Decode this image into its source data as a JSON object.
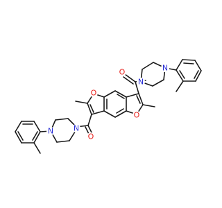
{
  "molecule": {
    "atom_labels": [
      {
        "id": "o-furan-left",
        "text": "O",
        "color": "#e8211c"
      },
      {
        "id": "o-furan-right",
        "text": "O",
        "color": "#e8211c"
      },
      {
        "id": "o-carbonyl-top",
        "text": "O",
        "color": "#e8211c"
      },
      {
        "id": "o-carbonyl-bottom",
        "text": "O",
        "color": "#e8211c"
      },
      {
        "id": "n-top-amide",
        "text": "N",
        "color": "#2a2fd6"
      },
      {
        "id": "n-top-aryl",
        "text": "N",
        "color": "#2a2fd6"
      },
      {
        "id": "n-bottom-amide",
        "text": "N",
        "color": "#2a2fd6"
      },
      {
        "id": "n-bottom-aryl",
        "text": "N",
        "color": "#2a2fd6"
      }
    ]
  }
}
